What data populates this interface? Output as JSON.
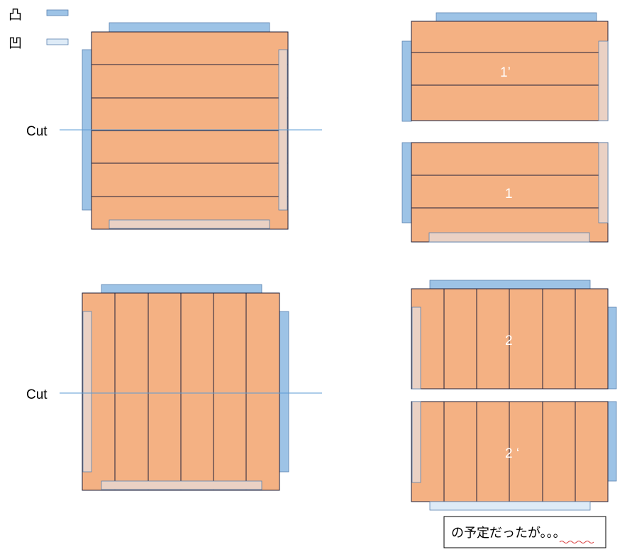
{
  "legend": {
    "convex_symbol": "凸",
    "concave_symbol": "凹"
  },
  "labels": {
    "cut_top": "Cut",
    "cut_bottom": "Cut",
    "piece_1_prime": "1’",
    "piece_1": "1",
    "piece_2": "2",
    "piece_2_prime": "2 ‘"
  },
  "note": "の予定だったが。。。",
  "colors": {
    "board": "#f4b183",
    "convex_tab": "#9dc3e6",
    "concave_tab": "#ead1c4",
    "concave_legend": "#deebf7",
    "cut_line": "#5b9bd5",
    "outline": "#1f1f3a"
  }
}
